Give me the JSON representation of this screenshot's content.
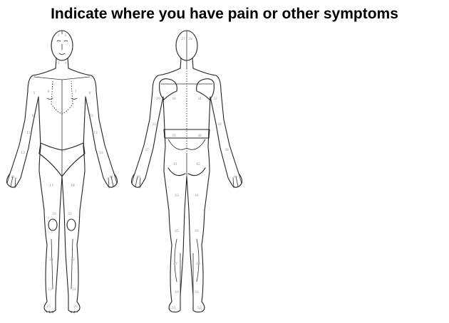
{
  "title": "Indicate where you have pain or other symptoms",
  "figures": {
    "front": {
      "view": "front",
      "zone_numbers": [
        "1",
        "2",
        "3",
        "4",
        "5",
        "6",
        "7",
        "8",
        "9",
        "10",
        "11",
        "12",
        "13",
        "14",
        "15",
        "16",
        "17",
        "18",
        "19",
        "20",
        "21",
        "22",
        "23",
        "24",
        "25",
        "26"
      ]
    },
    "back": {
      "view": "back",
      "zone_numbers": [
        "27",
        "28",
        "29",
        "30",
        "31",
        "32",
        "33",
        "34",
        "35",
        "36",
        "37",
        "38",
        "39",
        "40",
        "41",
        "42",
        "43",
        "44",
        "45",
        "46",
        "47",
        "48",
        "49",
        "50",
        "51",
        "52"
      ]
    }
  },
  "colors": {
    "text": "#000000",
    "outline": "#222222",
    "zone_number": "#9a9a9a",
    "background": "#ffffff"
  }
}
